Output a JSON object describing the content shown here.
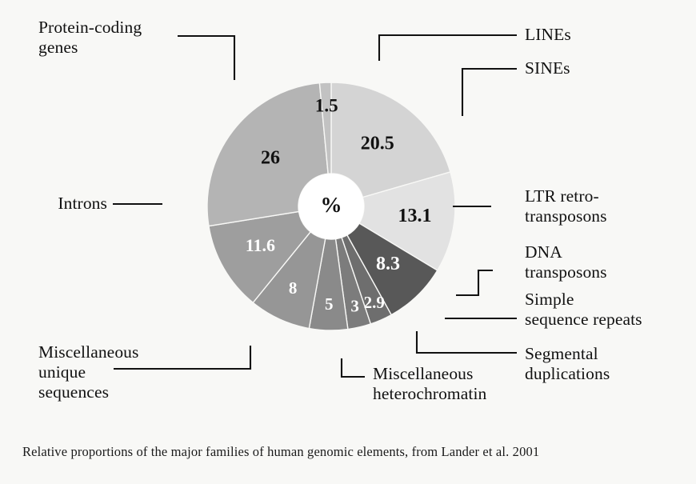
{
  "figure": {
    "background_color": "#f8f8f6",
    "caption": "Relative proportions of the major families of human genomic elements, from Lander et al. 2001",
    "center_label": "%"
  },
  "chart_data": {
    "type": "pie",
    "variant": "donut",
    "title": "",
    "subtitle": "",
    "xlabel": "",
    "ylabel": "",
    "units": "%",
    "center_label": "%",
    "legend_position": "callout-labels",
    "grid": false,
    "start_angle_deg": 0,
    "direction": "clockwise",
    "total": 100,
    "categories": [
      "LINEs",
      "SINEs",
      "LTR retro-transposons",
      "DNA transposons",
      "Simple sequence repeats",
      "Segmental duplications",
      "Miscellaneous heterochromatin",
      "Miscellaneous unique sequences",
      "Introns",
      "Protein-coding genes"
    ],
    "values": [
      20.5,
      13.1,
      8.3,
      2.9,
      3,
      5,
      8,
      11.6,
      26,
      1.5
    ],
    "value_labels": [
      "20.5",
      "13.1",
      "8.3",
      "2.9",
      "3",
      "5",
      "8",
      "11.6",
      "26",
      "1.5"
    ],
    "colors": [
      "#d4d4d4",
      "#e2e2e2",
      "#585858",
      "#6e6e6e",
      "#7c7c7c",
      "#8a8a8a",
      "#969696",
      "#9e9e9e",
      "#b4b4b4",
      "#c2c2c2"
    ],
    "label_colors": [
      "#111111",
      "#111111",
      "#ffffff",
      "#ffffff",
      "#ffffff",
      "#ffffff",
      "#ffffff",
      "#ffffff",
      "#111111",
      "#111111"
    ],
    "slices": [
      {
        "name": "LINEs",
        "value": 20.5,
        "value_label": "20.5",
        "color": "#d4d4d4",
        "label_color": "#111111"
      },
      {
        "name": "SINEs",
        "value": 13.1,
        "value_label": "13.1",
        "color": "#e2e2e2",
        "label_color": "#111111"
      },
      {
        "name": "LTR retro-transposons",
        "value": 8.3,
        "value_label": "8.3",
        "color": "#585858",
        "label_color": "#ffffff"
      },
      {
        "name": "DNA transposons",
        "value": 2.9,
        "value_label": "2.9",
        "color": "#6e6e6e",
        "label_color": "#ffffff"
      },
      {
        "name": "Simple sequence repeats",
        "value": 3,
        "value_label": "3",
        "color": "#7c7c7c",
        "label_color": "#ffffff"
      },
      {
        "name": "Segmental duplications",
        "value": 5,
        "value_label": "5",
        "color": "#8a8a8a",
        "label_color": "#ffffff"
      },
      {
        "name": "Miscellaneous heterochromatin",
        "value": 8,
        "value_label": "8",
        "color": "#969696",
        "label_color": "#ffffff"
      },
      {
        "name": "Miscellaneous unique sequences",
        "value": 11.6,
        "value_label": "11.6",
        "color": "#9e9e9e",
        "label_color": "#ffffff"
      },
      {
        "name": "Introns",
        "value": 26,
        "value_label": "26",
        "color": "#b4b4b4",
        "label_color": "#111111"
      },
      {
        "name": "Protein-coding genes",
        "value": 1.5,
        "value_label": "1.5",
        "color": "#c2c2c2",
        "label_color": "#111111"
      }
    ]
  },
  "callouts": {
    "protein_coding_genes": "Protein-coding\ngenes",
    "lines": "LINEs",
    "sines": "SINEs",
    "ltr_retrotransposons": "LTR retro-\ntransposons",
    "dna_transposons": "DNA\ntransposons",
    "simple_sequence_repeats": "Simple\nsequence repeats",
    "segmental_duplications": "Segmental\nduplications",
    "miscellaneous_heterochromatin": "Miscellaneous\nheterochromatin",
    "miscellaneous_unique_sequences": "Miscellaneous\nunique\nsequences",
    "introns": "Introns"
  }
}
